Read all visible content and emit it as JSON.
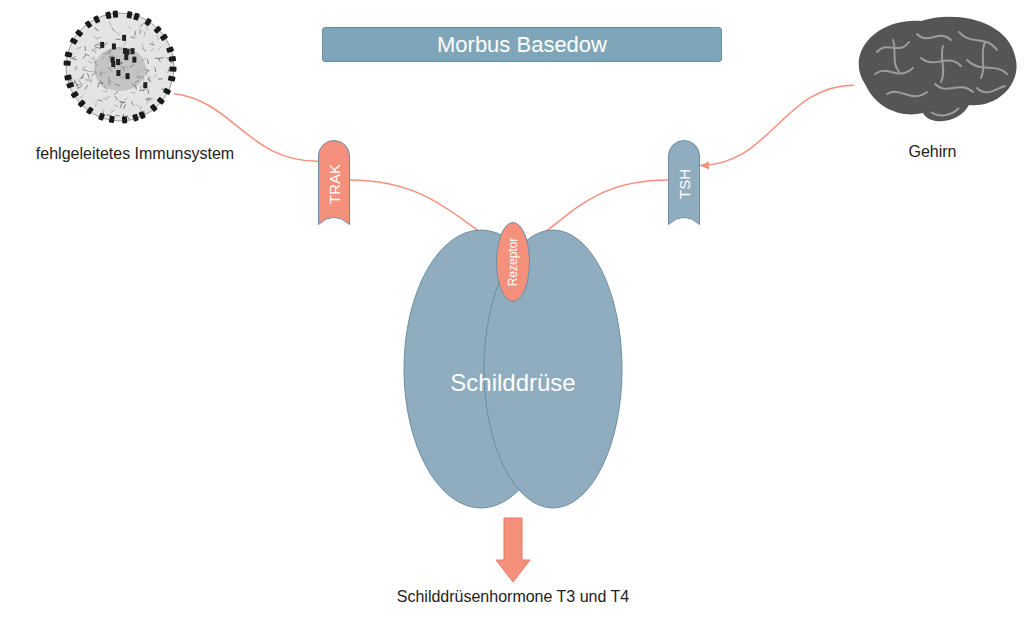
{
  "diagram": {
    "title": "Morbus Basedow",
    "nodes": [
      {
        "text": [
          "fehlgeleitetes Immunsystem"
        ]
      },
      {
        "text": [
          "TRAK"
        ]
      },
      {
        "text": [
          "Gehirn"
        ]
      },
      {
        "text": [
          "TSH"
        ]
      },
      {
        "text": [
          "Schilddrüse"
        ]
      },
      {
        "text": [
          "Rezeptor"
        ],
        "in": 4
      },
      {
        "text": [
          "Schilddrüsenhormone T3 und T4"
        ]
      }
    ],
    "edges": [
      {
        "from": 0,
        "to": 1,
        "arrow": "none"
      },
      {
        "from": 1,
        "to": 5,
        "arrow": "to"
      },
      {
        "from": 2,
        "to": 3,
        "arrow": "to"
      },
      {
        "from": 3,
        "to": 5,
        "arrow": "to"
      },
      {
        "from": 4,
        "to": 6,
        "arrow": "to"
      }
    ]
  }
}
